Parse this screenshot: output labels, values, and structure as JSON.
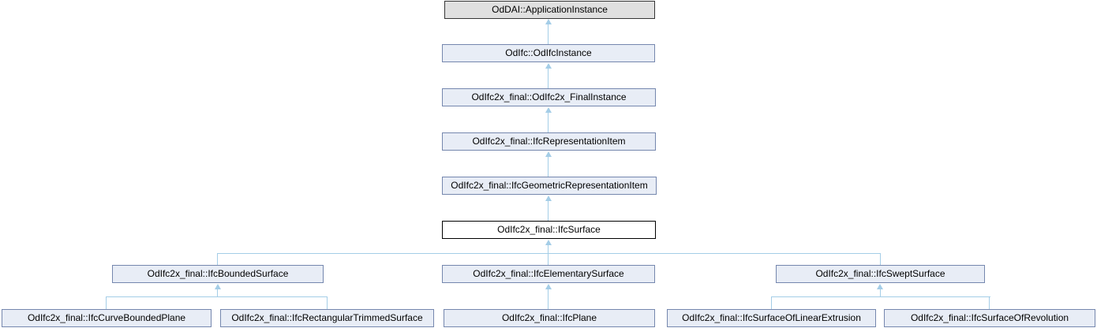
{
  "colors": {
    "edge": "#a4cde7",
    "node_fill": "#e8edf6",
    "node_border": "#7587ae",
    "external_node_fill": "#e0e0e0",
    "external_node_border": "#353535",
    "current_node_fill": "#ffffff",
    "current_node_border": "#000000",
    "text": "#000000",
    "background": "#ffffff"
  },
  "diagram": {
    "type": "class-inheritance-graph",
    "nodes": {
      "application_instance": {
        "label": "OdDAI::ApplicationInstance",
        "role": "external"
      },
      "odifc_instance": {
        "label": "OdIfc::OdIfcInstance",
        "role": "linked"
      },
      "odifc2x_final_instance": {
        "label": "OdIfc2x_final::OdIfc2x_FinalInstance",
        "role": "linked"
      },
      "representation_item": {
        "label": "OdIfc2x_final::IfcRepresentationItem",
        "role": "linked"
      },
      "geometric_representation_item": {
        "label": "OdIfc2x_final::IfcGeometricRepresentationItem",
        "role": "linked"
      },
      "surface": {
        "label": "OdIfc2x_final::IfcSurface",
        "role": "current"
      },
      "bounded_surface": {
        "label": "OdIfc2x_final::IfcBoundedSurface",
        "role": "linked"
      },
      "elementary_surface": {
        "label": "OdIfc2x_final::IfcElementarySurface",
        "role": "linked"
      },
      "swept_surface": {
        "label": "OdIfc2x_final::IfcSweptSurface",
        "role": "linked"
      },
      "curve_bounded_plane": {
        "label": "OdIfc2x_final::IfcCurveBoundedPlane",
        "role": "linked"
      },
      "rectangular_trimmed_surface": {
        "label": "OdIfc2x_final::IfcRectangularTrimmedSurface",
        "role": "linked"
      },
      "plane": {
        "label": "OdIfc2x_final::IfcPlane",
        "role": "linked"
      },
      "surface_of_linear_extrusion": {
        "label": "OdIfc2x_final::IfcSurfaceOfLinearExtrusion",
        "role": "linked"
      },
      "surface_of_revolution": {
        "label": "OdIfc2x_final::IfcSurfaceOfRevolution",
        "role": "linked"
      }
    },
    "edges": [
      {
        "from": "odifc_instance",
        "to": "application_instance"
      },
      {
        "from": "odifc2x_final_instance",
        "to": "odifc_instance"
      },
      {
        "from": "representation_item",
        "to": "odifc2x_final_instance"
      },
      {
        "from": "geometric_representation_item",
        "to": "representation_item"
      },
      {
        "from": "surface",
        "to": "geometric_representation_item"
      },
      {
        "from": "bounded_surface",
        "to": "surface"
      },
      {
        "from": "elementary_surface",
        "to": "surface"
      },
      {
        "from": "swept_surface",
        "to": "surface"
      },
      {
        "from": "curve_bounded_plane",
        "to": "bounded_surface"
      },
      {
        "from": "rectangular_trimmed_surface",
        "to": "bounded_surface"
      },
      {
        "from": "plane",
        "to": "elementary_surface"
      },
      {
        "from": "surface_of_linear_extrusion",
        "to": "swept_surface"
      },
      {
        "from": "surface_of_revolution",
        "to": "swept_surface"
      }
    ]
  }
}
